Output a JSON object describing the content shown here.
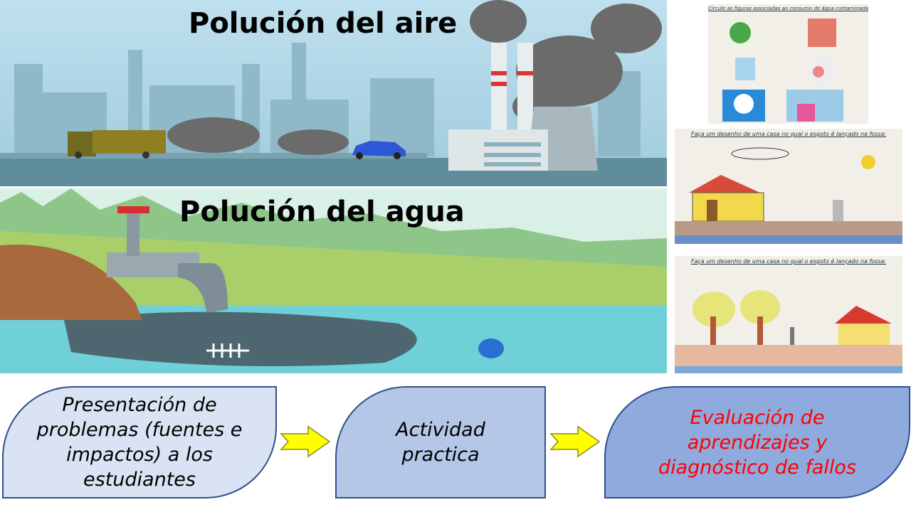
{
  "air": {
    "title": "Polución del aire"
  },
  "water": {
    "title": "Polución del agua"
  },
  "flow": {
    "step1": "Presentación de problemas (fuentes e impactos) a los estudiantes",
    "step2": "Actividad practica",
    "step3": "Evaluación de aprendizajes y diagnóstico de fallos"
  },
  "worksheets": {
    "sheet1_caption": "Circule as figuras associadas ao consumo de água contaminada",
    "sheet2_caption": "Faça um desenho de uma casa no qual o esgoto é lançado na fossa:",
    "sheet3_caption": "Faça um desenho de uma casa no qual o esgoto é lançado na fossa:"
  },
  "colors": {
    "step1_fill": "#dae3f3",
    "step2_fill": "#b4c7e7",
    "step3_fill": "#8faadc",
    "step3_text": "#ff0000",
    "arrow": "#ffff00"
  }
}
